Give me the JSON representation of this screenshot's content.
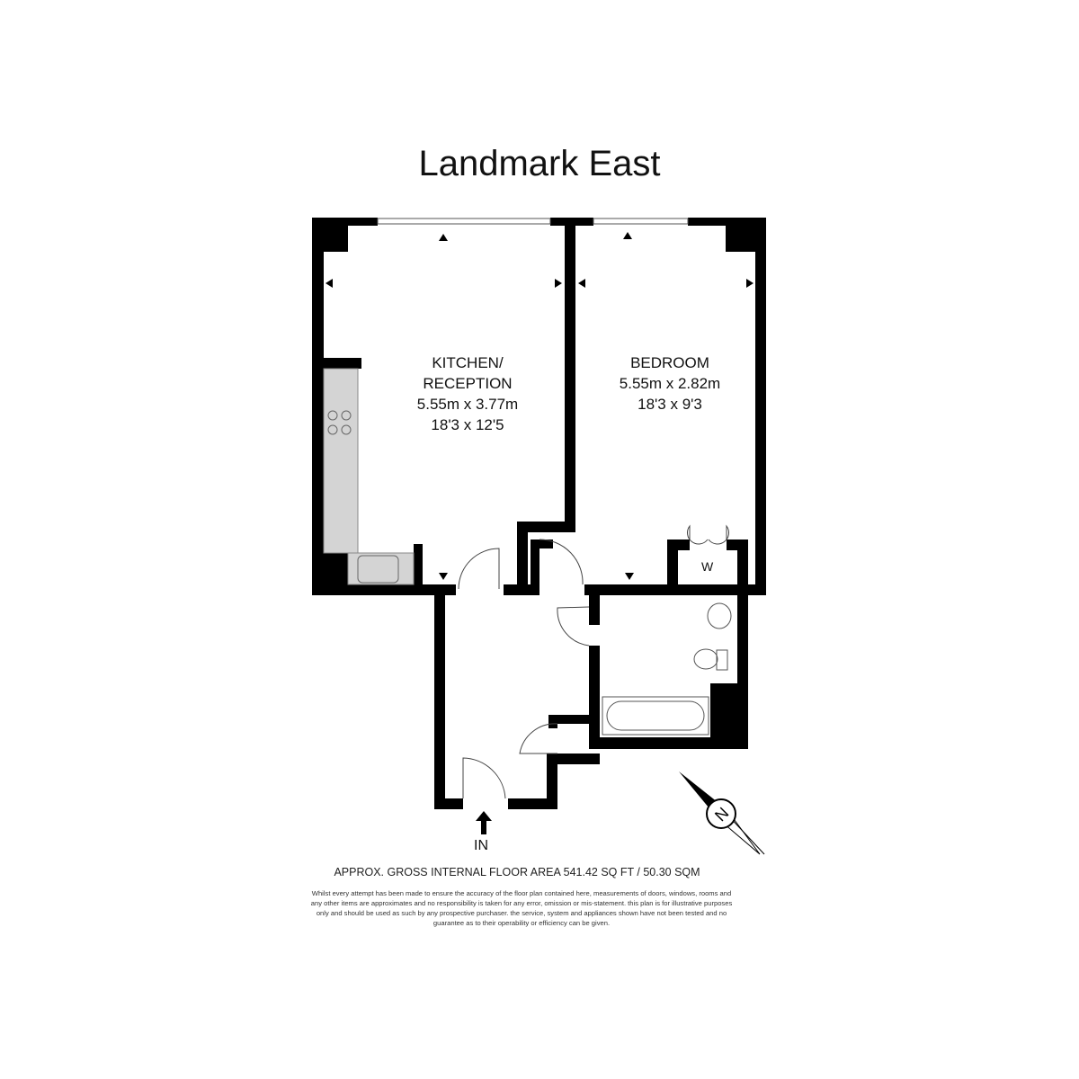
{
  "title": "Landmark East",
  "rooms": {
    "kitchen": {
      "name_line1": "KITCHEN/",
      "name_line2": "RECEPTION",
      "metric": "5.55m x 3.77m",
      "imperial": "18'3 x 12'5"
    },
    "bedroom": {
      "name": "BEDROOM",
      "metric": "5.55m x 2.82m",
      "imperial": "18'3 x 9'3"
    },
    "wardrobe_label": "W"
  },
  "entrance_label": "IN",
  "compass_label": "N",
  "area_text": "APPROX. GROSS INTERNAL FLOOR AREA 541.42 SQ FT / 50.30 SQM",
  "disclaimer": "Whilst every attempt has been made to ensure the accuracy of the floor plan contained here, measurements of doors, windows, rooms and any other items are approximates and no responsibility is taken for any error, omission or mis-statement. this plan is for illustrative purposes only and should be used as such by any prospective purchaser. the service, system and appliances shown have not been tested and no guarantee as to their operability or efficiency can be given."
}
